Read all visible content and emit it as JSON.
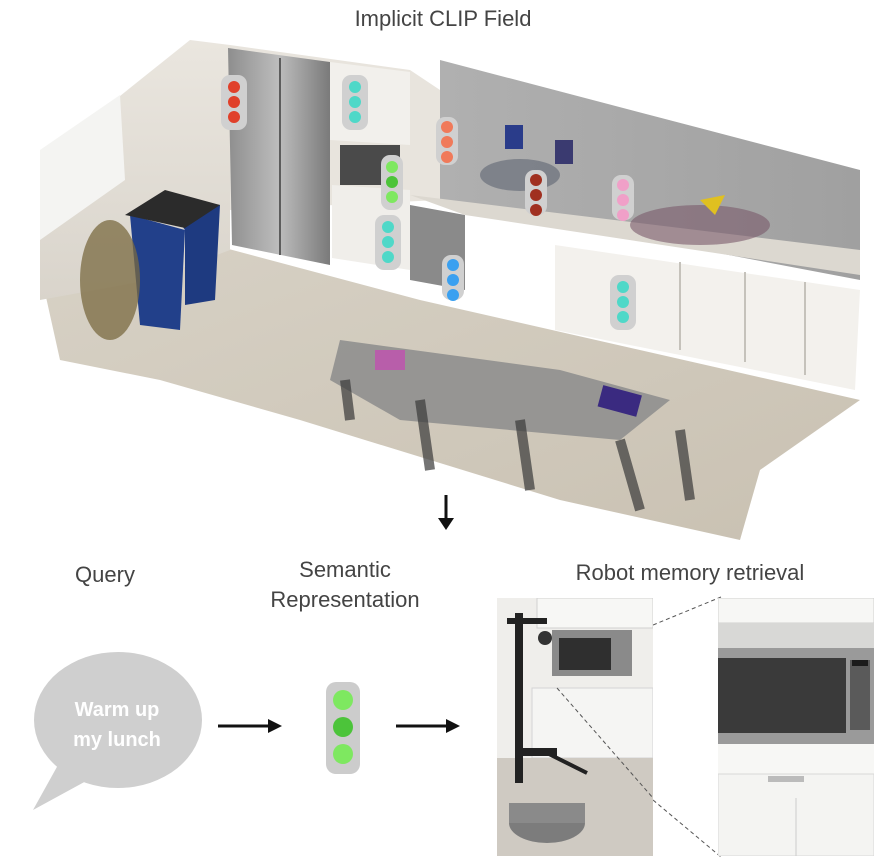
{
  "title": "Implicit CLIP Field",
  "labels": {
    "query": "Query",
    "semantic": "Semantic\nRepresentation",
    "robot": "Robot memory retrieval"
  },
  "query_bubble": {
    "line1": "Warm up",
    "line2": "my lunch"
  },
  "colors": {
    "red": "#e0402a",
    "cyan": "#4fd8c8",
    "green": "#7ee860",
    "green_dark": "#4cc43a",
    "salmon": "#f07a5a",
    "dark_red": "#a03020",
    "pink": "#f0a0c8",
    "blue": "#3aa0f0",
    "bubble": "#cfcfcf"
  },
  "semantic_tokens": [
    {
      "name": "fridge-token",
      "colors": [
        "#e0402a",
        "#e0402a",
        "#e0402a"
      ]
    },
    {
      "name": "cabinet-token",
      "colors": [
        "#4fd8c8",
        "#4fd8c8",
        "#4fd8c8"
      ]
    },
    {
      "name": "microwave-token",
      "colors": [
        "#7ee860",
        "#4cc43a",
        "#7ee860"
      ]
    },
    {
      "name": "toaster-token",
      "colors": [
        "#f07a5a",
        "#f07a5a",
        "#f07a5a"
      ]
    },
    {
      "name": "counter-token",
      "colors": [
        "#a03020",
        "#a03020",
        "#a03020"
      ]
    },
    {
      "name": "sink-token",
      "colors": [
        "#f0a0c8",
        "#f0a0c8",
        "#f0a0c8"
      ]
    },
    {
      "name": "lower-cabinet-token",
      "colors": [
        "#4fd8c8",
        "#4fd8c8",
        "#4fd8c8"
      ]
    },
    {
      "name": "dishwasher-token",
      "colors": [
        "#3aa0f0",
        "#3aa0f0",
        "#3aa0f0"
      ]
    },
    {
      "name": "right-cabinet-token",
      "colors": [
        "#4fd8c8",
        "#4fd8c8",
        "#4fd8c8"
      ]
    }
  ],
  "query_token": [
    "#7ee860",
    "#4cc43a",
    "#7ee860"
  ]
}
